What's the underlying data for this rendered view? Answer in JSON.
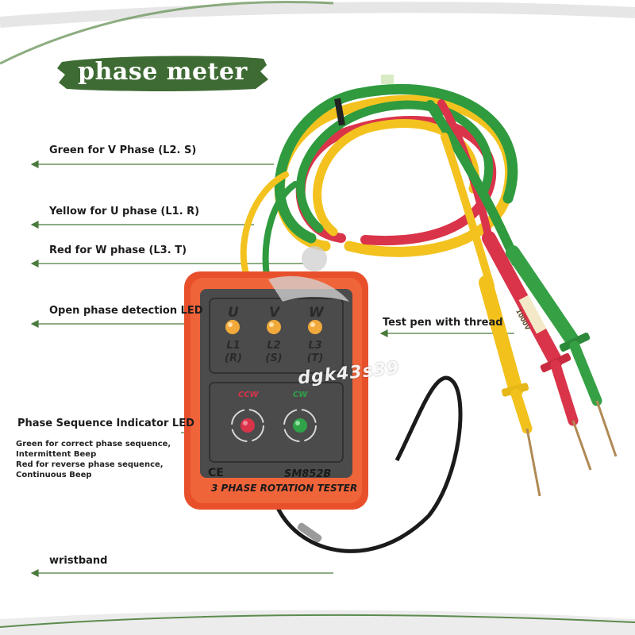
{
  "title": "phase meter",
  "colors": {
    "brand_green": "#3e6b33",
    "line_green": "#4a7a3c",
    "wire_green": "#2f9a3e",
    "wire_yellow": "#f3c21f",
    "wire_red": "#d9344a",
    "device_orange": "#e8502c",
    "panel_dark": "#4b4b4b",
    "led_amber": "#f0a93a"
  },
  "callouts": {
    "green_v": "Green for V Phase (L2. S)",
    "yellow_u": "Yellow for U phase (L1. R)",
    "red_w": "Red for W phase (L3. T)",
    "open_phase": "Open phase detection LED",
    "sequence_led": "Phase Sequence Indicator LED",
    "test_pen": "Test pen with thread",
    "wristband": "wristband"
  },
  "sequence_notes": [
    "Green for correct phase sequence,",
    "Intermittent Beep",
    "Red for reverse phase sequence,",
    "Continuous Beep"
  ],
  "device": {
    "phase_letters": [
      "U",
      "V",
      "W"
    ],
    "phase_lines": [
      "L1",
      "L2",
      "L3"
    ],
    "phase_codes": [
      "(R)",
      "(S)",
      "(T)"
    ],
    "ccw_label": "CCW",
    "cw_label": "CW",
    "ce_mark": "CE",
    "model": "SM852B",
    "name": "3 PHASE ROTATION TESTER",
    "probe_rating": "1000V"
  },
  "watermark": "dgk43s39",
  "icons": [
    "arrow-left-icon",
    "rotation-arrows-icon",
    "led-icon"
  ]
}
